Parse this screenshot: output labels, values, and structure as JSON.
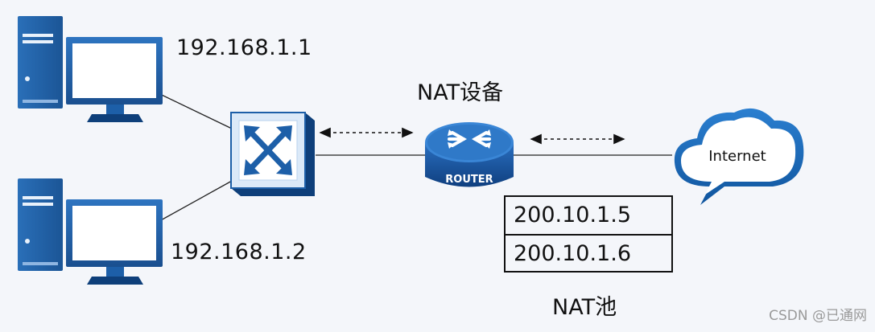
{
  "hosts": [
    {
      "ip": "192.168.1.1"
    },
    {
      "ip": "192.168.1.2"
    }
  ],
  "nat_device": {
    "title": "NAT设备",
    "router_label": "ROUTER"
  },
  "internet": {
    "label": "Internet"
  },
  "nat_pool": {
    "addresses": [
      "200.10.1.5",
      "200.10.1.6"
    ],
    "title": "NAT池"
  },
  "watermark": "CSDN @已通网",
  "colors": {
    "device_blue": "#1d5fa8",
    "device_dark": "#0e3f7a",
    "switch_face": "#dbe9f8",
    "line": "#222222",
    "background": "#f4f6fa"
  },
  "icons": [
    "pc-icon",
    "switch-icon",
    "router-icon",
    "cloud-icon"
  ]
}
